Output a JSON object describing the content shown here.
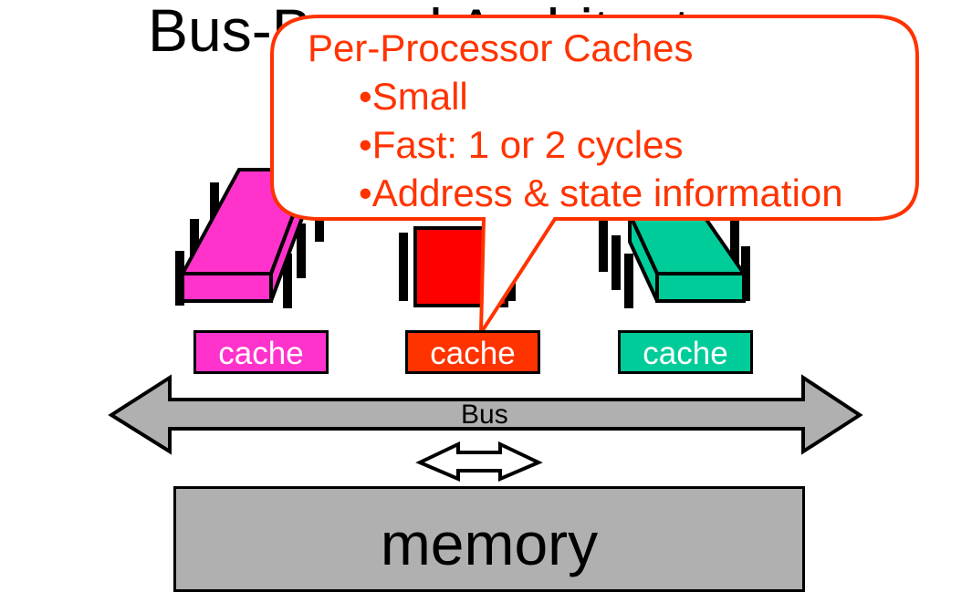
{
  "title": "Bus-Based Architecture",
  "callout": {
    "heading": "Per-Processor Caches",
    "bullets": [
      "•Small",
      "•Fast: 1 or 2 cycles",
      "•Address & state information"
    ]
  },
  "processors": [
    {
      "color": "#ff33cc",
      "cache_label": "cache"
    },
    {
      "color": "#ff3300",
      "cache_label": "cache"
    },
    {
      "color": "#00cc99",
      "cache_label": "cache"
    }
  ],
  "bus_label": "Bus",
  "memory_label": "memory",
  "colors": {
    "callout": "#ff3300",
    "bus": "#b0b0b0",
    "memory": "#b0b0b0"
  }
}
